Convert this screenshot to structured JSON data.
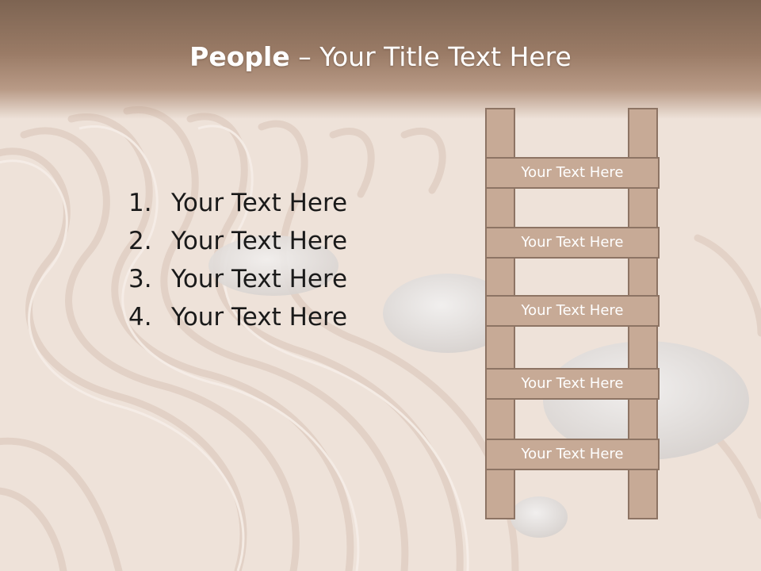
{
  "slide": {
    "title_bold": "People",
    "title_dash": " – ",
    "title_rest": "Your Title Text Here",
    "bullets": [
      {
        "num": "1.",
        "text": "Your Text Here"
      },
      {
        "num": "2.",
        "text": "Your Text Here"
      },
      {
        "num": "3.",
        "text": "Your Text Here"
      },
      {
        "num": "4.",
        "text": "Your Text Here"
      }
    ],
    "ladder_rungs": [
      "Your Text Here",
      "Your Text Here",
      "Your Text Here",
      "Your Text Here",
      "Your Text Here"
    ]
  },
  "colors": {
    "title_bar": "#8a6f5c",
    "ladder_fill": "#c7aa96",
    "ladder_border": "#8d7464",
    "sand": "#eee1d8"
  }
}
